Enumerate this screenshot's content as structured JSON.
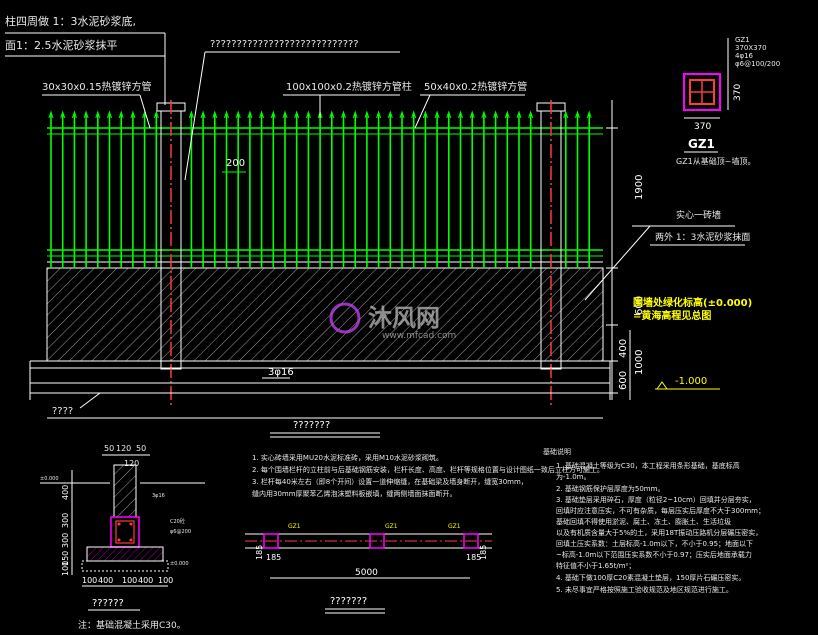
{
  "colors": {
    "background": "#000000",
    "fence": "#00ff00",
    "post": "#ff3b3b",
    "ground": "#ffffff",
    "hatch": "#c8c8c8",
    "text": "#e8e8e8",
    "accent": "#ffff00",
    "magenta": "#ff00ff",
    "cyan": "#00ffff"
  },
  "top_labels": {
    "cap_note": "柱四周做 1：3水泥砂浆底,",
    "surface_note": "面1：2.5水泥砂浆抹平",
    "question_note": "????????????????????????????",
    "pipe_left": "30x30x0.15热镀锌方管",
    "post_pipe": "100x100x0.2热镀锌方管柱",
    "pipe_right": "50x40x0.2热镀锌方管"
  },
  "elevation": {
    "dim_200": "200",
    "dim_1900": "1900",
    "dim_600": "600",
    "dim_400": "400",
    "dim_1000": "1000",
    "dim_600b": "600",
    "rebar": "3φ16",
    "solid_wall": "实心一砖墙",
    "plaster": "两外 1：3水泥砂浆抹面",
    "bottom_q": "????",
    "level_note": "围墙处绿化标高(±0.000)",
    "level_note2": "=黄海高程见总图",
    "level_minus": "-1.000"
  },
  "gz1": {
    "header": [
      "GZ1",
      "370X370",
      "4φ16",
      "φ6@100/200"
    ],
    "dim_370_side": "370",
    "dim_370_bottom": "370",
    "title": "GZ1",
    "note": "GZ1从基础顶~墙顶。"
  },
  "section": {
    "dims_top": [
      "50",
      "120",
      "50"
    ],
    "dim_120": "120",
    "left_dims": [
      "400",
      "300",
      "300",
      "150",
      "100"
    ],
    "bottom_dims": [
      "100",
      "400",
      "100",
      "400",
      "100"
    ],
    "labels": [
      "±0.000",
      "3φ16",
      "C20砼",
      "φ6@200",
      "±0.000"
    ],
    "title": "??????",
    "note": "注：基础混凝土采用C30。"
  },
  "notes_title": "???????",
  "notes": [
    "1. 实心砖墙采用MU20水泥标准砖，采用M10水泥砂浆砌筑。",
    "2. 每个围墙栏杆的立柱前与后基础钢筋安装，栏杆长度、高度、栏杆等规格位置与设计图纸一致后立柱方可施工。",
    "3. 栏杆每40米左右（即8个开间）设置一道伸缩缝，在基础梁及墙身断开，缝宽30mm，",
    "   缝内用30mm厚聚苯乙烯泡沫塑料板嵌填，缝两侧墙面抹面断开。"
  ],
  "plan": {
    "dims": [
      "185",
      "185",
      "185",
      "185"
    ],
    "span": "5000",
    "title": "???????",
    "tags": [
      "GZ1",
      "GZ1",
      "GZ1"
    ]
  },
  "base_title": "基础说明",
  "base_notes": [
    "1. 基础混凝土等级为C30，本工程采用条形基础，基底标高",
    "   为-1.0m。",
    "2. 基础钢筋保护层厚度为50mm。",
    "3. 基础垫层采用碎石，厚度（粒径2~10cm）回填并分层夯实，",
    "   回填时应注意压实，不可有杂质，每层压实后厚度不大于300mm；",
    "   基础回填不得使用淤泥、腐土、冻土、膨胀土、生活垃圾",
    "   以及有机质含量大于5%的土，采用18T振动压路机分层碾压密实，",
    "   回填土压实系数：土层标高-1.0m以下，不小于0.95；地面以下",
    "   ~标高-1.0m以下范围压实系数不小于0.97；压实后地面承载力",
    "   特征值不小于1.65t/m²；",
    "4. 基础下做100厚C20素混凝土垫层，150厚片石碾压密实。",
    "5. 未尽事宜严格按照施工验收规范及地区规范进行施工。"
  ],
  "watermark": {
    "brand": "沐风网",
    "url": "www.mfcad.com"
  }
}
